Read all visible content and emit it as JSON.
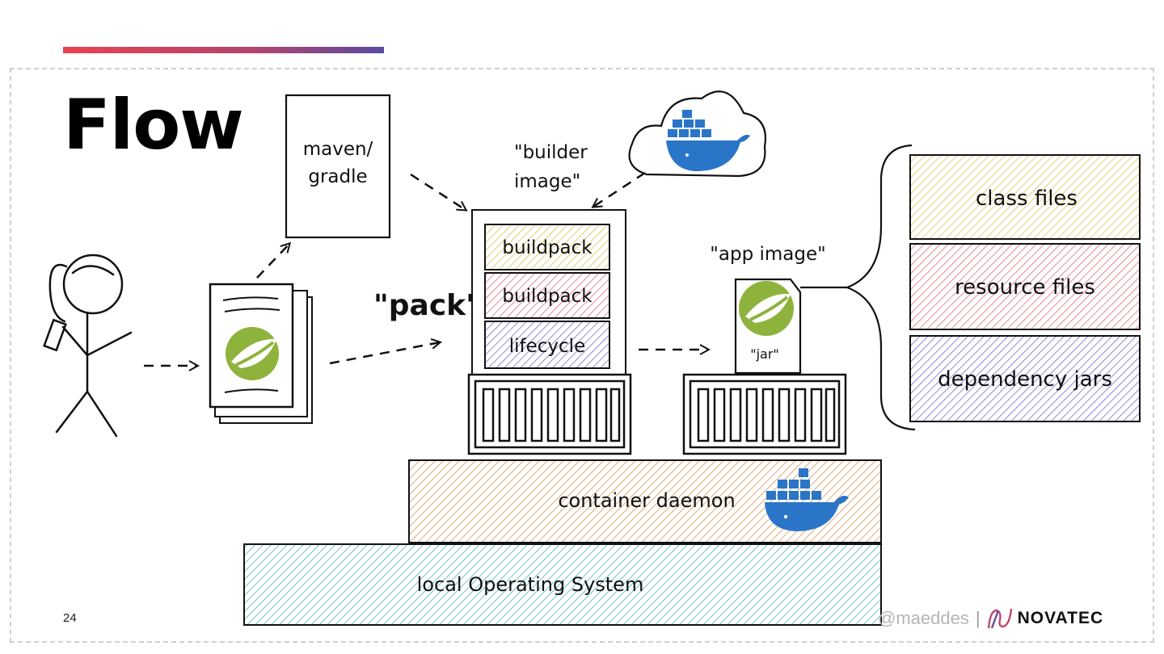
{
  "slide": {
    "title": "Flow",
    "page_number": "24",
    "footer": {
      "handle": "@maeddes",
      "separator": "|",
      "brand": "NOVATEC"
    }
  },
  "diagram": {
    "build_tool": [
      "maven/",
      "gradle"
    ],
    "builder_image_label": [
      "\"builder",
      "image\""
    ],
    "pack_label": "\"pack\"",
    "builder_layers": [
      "buildpack",
      "buildpack",
      "lifecycle"
    ],
    "app_image_label": "\"app image\"",
    "jar_label": "\"jar\"",
    "app_contents": [
      "class files",
      "resource files",
      "dependency jars"
    ],
    "container_daemon": "container daemon",
    "local_os": "local Operating System"
  },
  "colors": {
    "accent_red": "#e8434f",
    "accent_purple": "#5a4aa3",
    "hatch_yellow": "#d8b83c",
    "hatch_red": "#d85a6a",
    "hatch_blue": "#5b5bc8",
    "hatch_orange": "#d4863a",
    "hatch_teal": "#3aa9b5",
    "spring_green": "#8db33c",
    "docker_blue": "#2a75c8"
  }
}
